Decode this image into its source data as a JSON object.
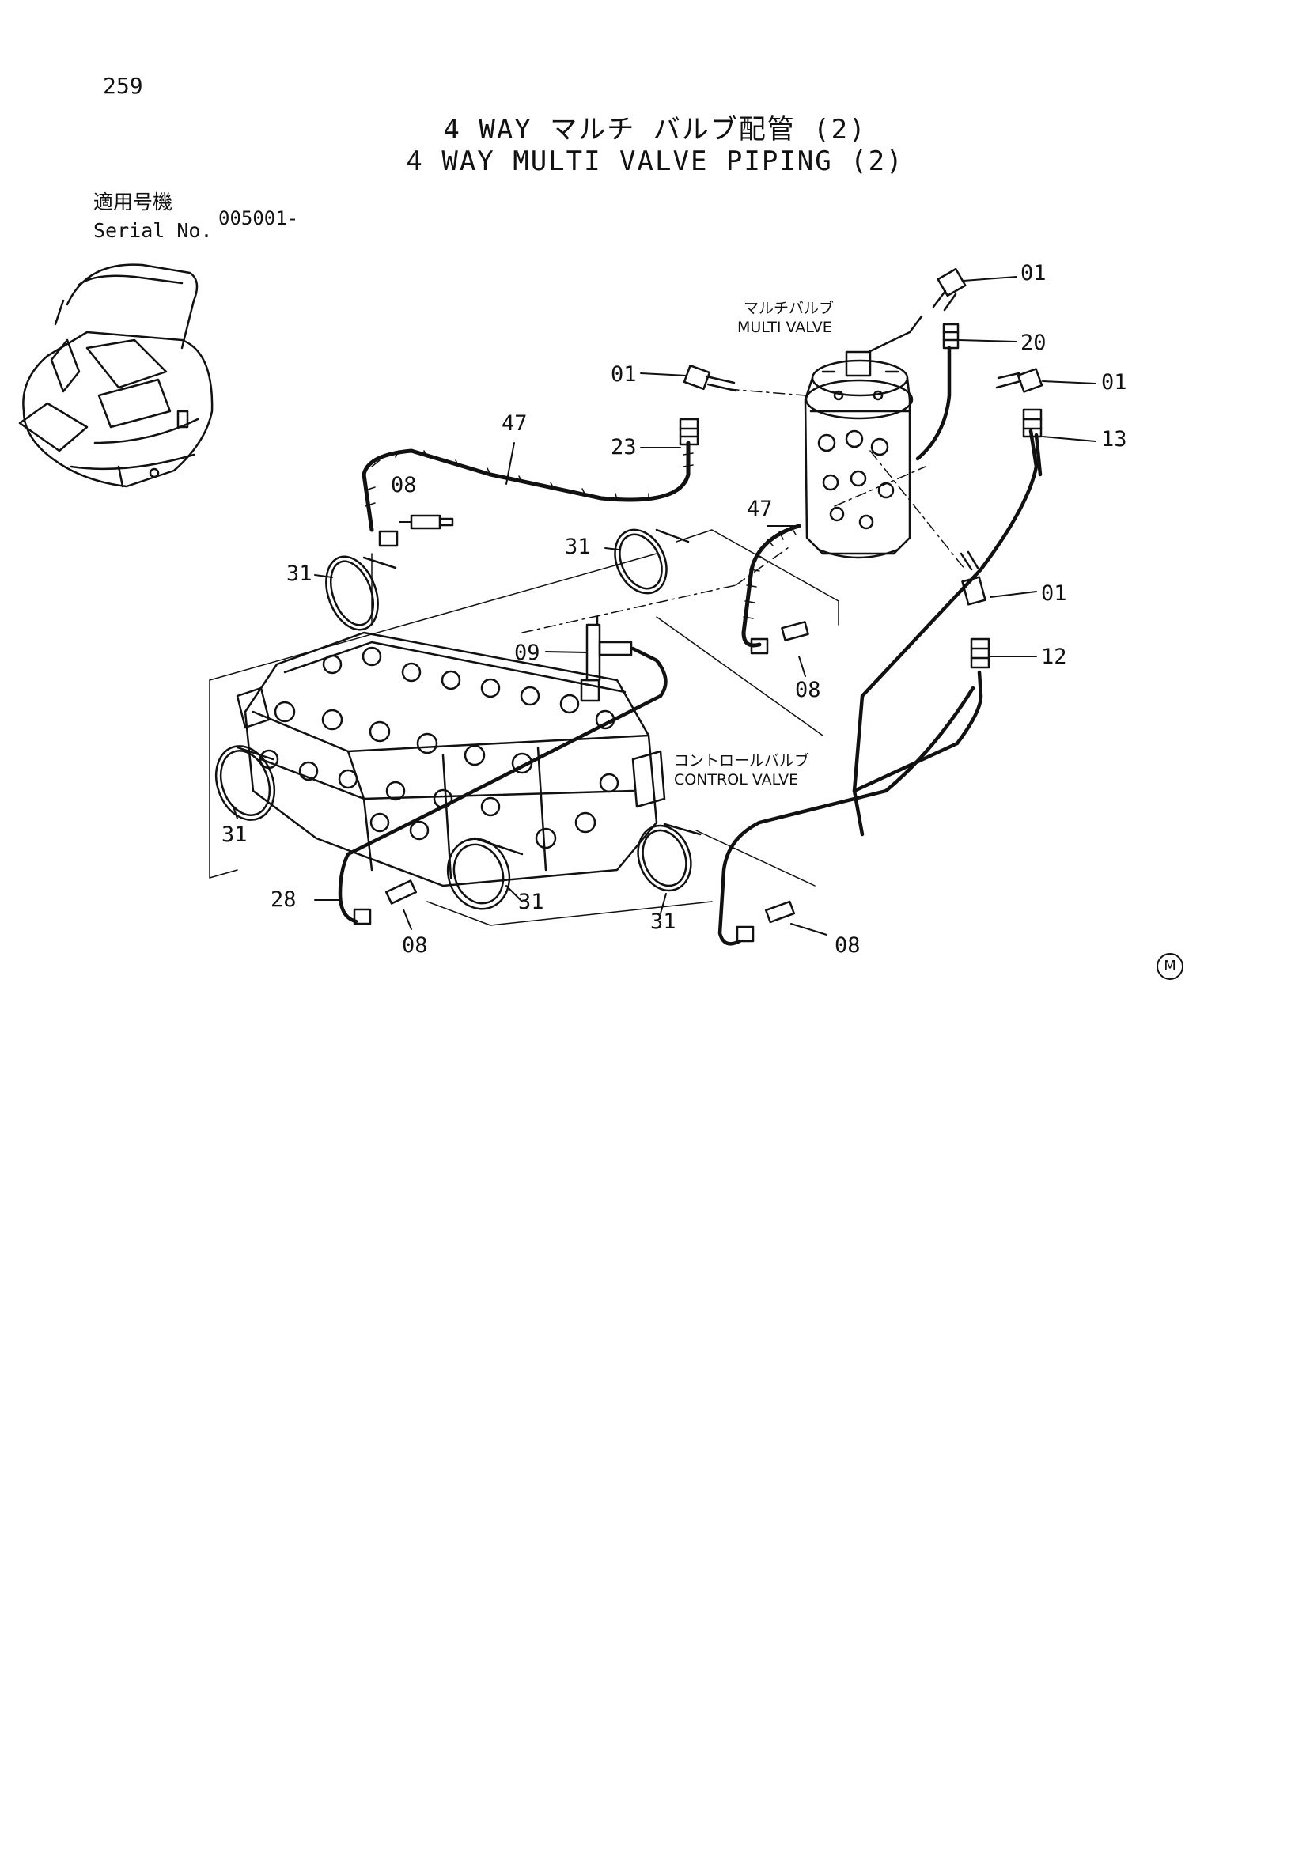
{
  "page": {
    "number": "259"
  },
  "title": {
    "japanese": "4 WAY マルチ バルブ配管 (2)",
    "english": "4 WAY MULTI VALVE PIPING (2)"
  },
  "serial": {
    "label_jp": "適用号機",
    "label_en": "Serial No.",
    "value": "005001-"
  },
  "components": {
    "multi_valve_jp": "マルチバルブ",
    "multi_valve_en": "MULTI VALVE",
    "control_valve_jp": "コントロールバルブ",
    "control_valve_en": "CONTROL VALVE"
  },
  "callouts": {
    "c01_top": "01",
    "c20": "20",
    "c01_right": "01",
    "c13": "13",
    "c01_left": "01",
    "c23": "23",
    "c47_left": "47",
    "c08_upper": "08",
    "c31_upper_left": "31",
    "c31_upper_mid": "31",
    "c47_mid": "47",
    "c01_lower": "01",
    "c12": "12",
    "c09": "09",
    "c08_mid": "08",
    "c31_left": "31",
    "c28": "28",
    "c08_bottom_left": "08",
    "c31_bottom_mid": "31",
    "c31_bottom_right": "31",
    "c08_bottom_right": "08"
  },
  "mark": "M"
}
